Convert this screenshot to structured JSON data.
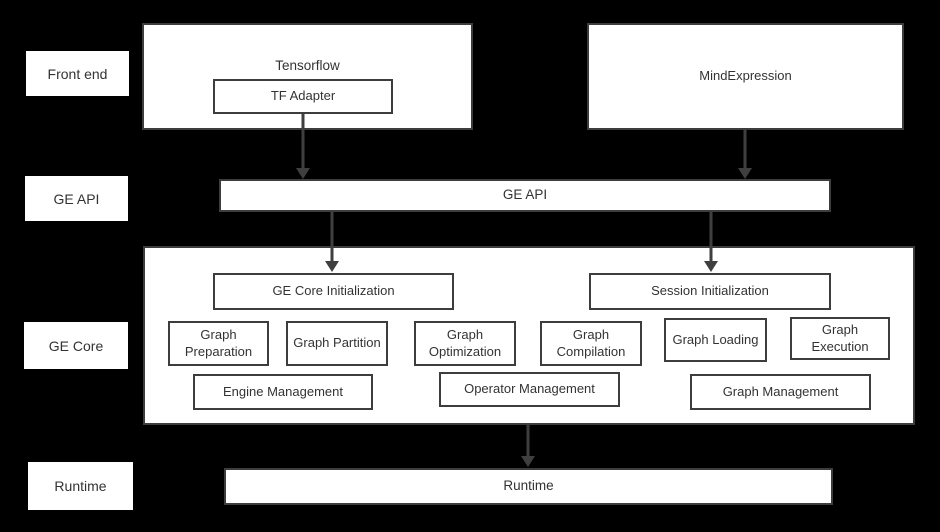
{
  "colors": {
    "background": "#000000",
    "box_fill": "#ffffff",
    "box_border": "#3d3d3d",
    "text": "#333333",
    "arrow": "#3f3f3f"
  },
  "row_labels": {
    "front_end": "Front end",
    "ge_api": "GE API",
    "ge_core": "GE Core",
    "runtime": "Runtime"
  },
  "front_end": {
    "tensorflow": "Tensorflow",
    "tf_adapter": "TF Adapter",
    "mind_expression": "MindExpression"
  },
  "ge_api": {
    "bar": "GE API"
  },
  "ge_core": {
    "initialization": "GE Core Initialization",
    "session_initialization": "Session Initialization",
    "modules": [
      "Graph Preparation",
      "Graph Partition",
      "Graph Optimization",
      "Graph Compilation",
      "Graph Loading",
      "Graph Execution"
    ],
    "management": [
      "Engine Management",
      "Operator Management",
      "Graph Management"
    ]
  },
  "runtime": {
    "bar": "Runtime"
  }
}
